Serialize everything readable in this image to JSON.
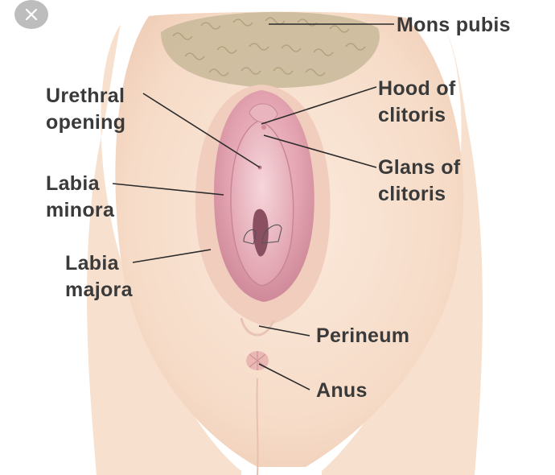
{
  "close_button": {
    "icon": "close-icon",
    "color": "#bdbdbd"
  },
  "labels": {
    "mons_pubis": "Mons pubis",
    "urethral_opening": [
      "Urethral",
      "opening"
    ],
    "hood_of_clitoris": [
      "Hood of",
      "clitoris"
    ],
    "glans_of_clitoris": [
      "Glans of",
      "clitoris"
    ],
    "labia_minora": [
      "Labia",
      "minora"
    ],
    "labia_majora": [
      "Labia",
      "majora"
    ],
    "perineum": "Perineum",
    "anus": "Anus"
  },
  "colors": {
    "label_text": "#3a3a3a",
    "leader_line": "#2b2b2b",
    "skin": "#f6ddc8",
    "hair": "#b9a88a",
    "inner_pink": "#e4a7b2"
  }
}
